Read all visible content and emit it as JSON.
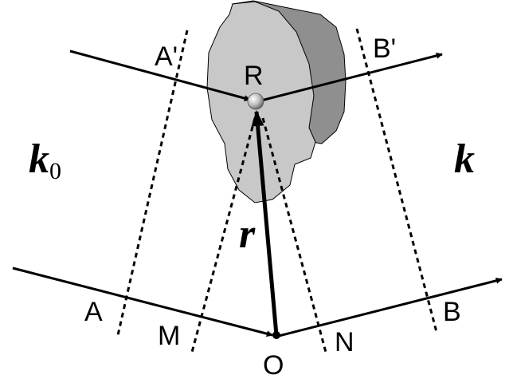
{
  "labels": {
    "r_point": "R",
    "a_prime": "A'",
    "b_prime": "B'",
    "a": "A",
    "b": "B",
    "m": "M",
    "n": "N",
    "o": "O",
    "k0_main": "k",
    "k0_sub": "0",
    "k": "k",
    "r_vec": "r"
  },
  "colors": {
    "ink": "#000000",
    "blob_light": "#c8c8c8",
    "blob_dark": "#8f8f8f",
    "background": "#ffffff"
  }
}
